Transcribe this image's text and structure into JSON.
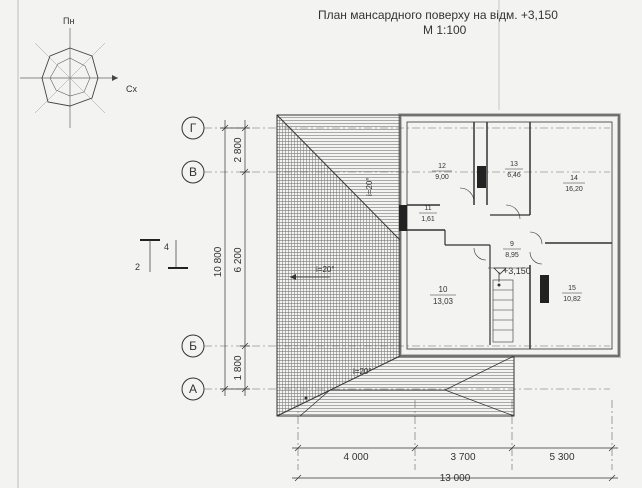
{
  "title": {
    "line1": "План мансардного поверху на відм. +3,150",
    "line2": "М 1:100"
  },
  "compass": {
    "north": "Пн",
    "east": "Сх"
  },
  "axes": {
    "g": "Г",
    "v": "В",
    "b": "Б",
    "a": "А"
  },
  "vertical_dims": {
    "total": "10 800",
    "top": "2 800",
    "middle": "6 200",
    "bottom": "1 800"
  },
  "horizontal_dims": {
    "left": "4 000",
    "center": "3 700",
    "right": "5 300",
    "total": "13 000"
  },
  "section": {
    "left": "2",
    "right": "4"
  },
  "slopes": {
    "top": "i=20°",
    "middle": "i=20°",
    "bottom": "i=20°"
  },
  "rooms": [
    {
      "number": "12",
      "area": "9,00"
    },
    {
      "number": "13",
      "area": "6,46"
    },
    {
      "number": "14",
      "area": "16,20"
    },
    {
      "number": "11",
      "area": "1,61"
    },
    {
      "number": "9",
      "area": "8,95"
    },
    {
      "number": "10",
      "area": "13,03"
    },
    {
      "number": "15",
      "area": "10,82"
    }
  ],
  "level": "+3,150",
  "colors": {
    "line": "#2b2b2b",
    "wall": "#555555",
    "paper": "#f3f3f1"
  }
}
